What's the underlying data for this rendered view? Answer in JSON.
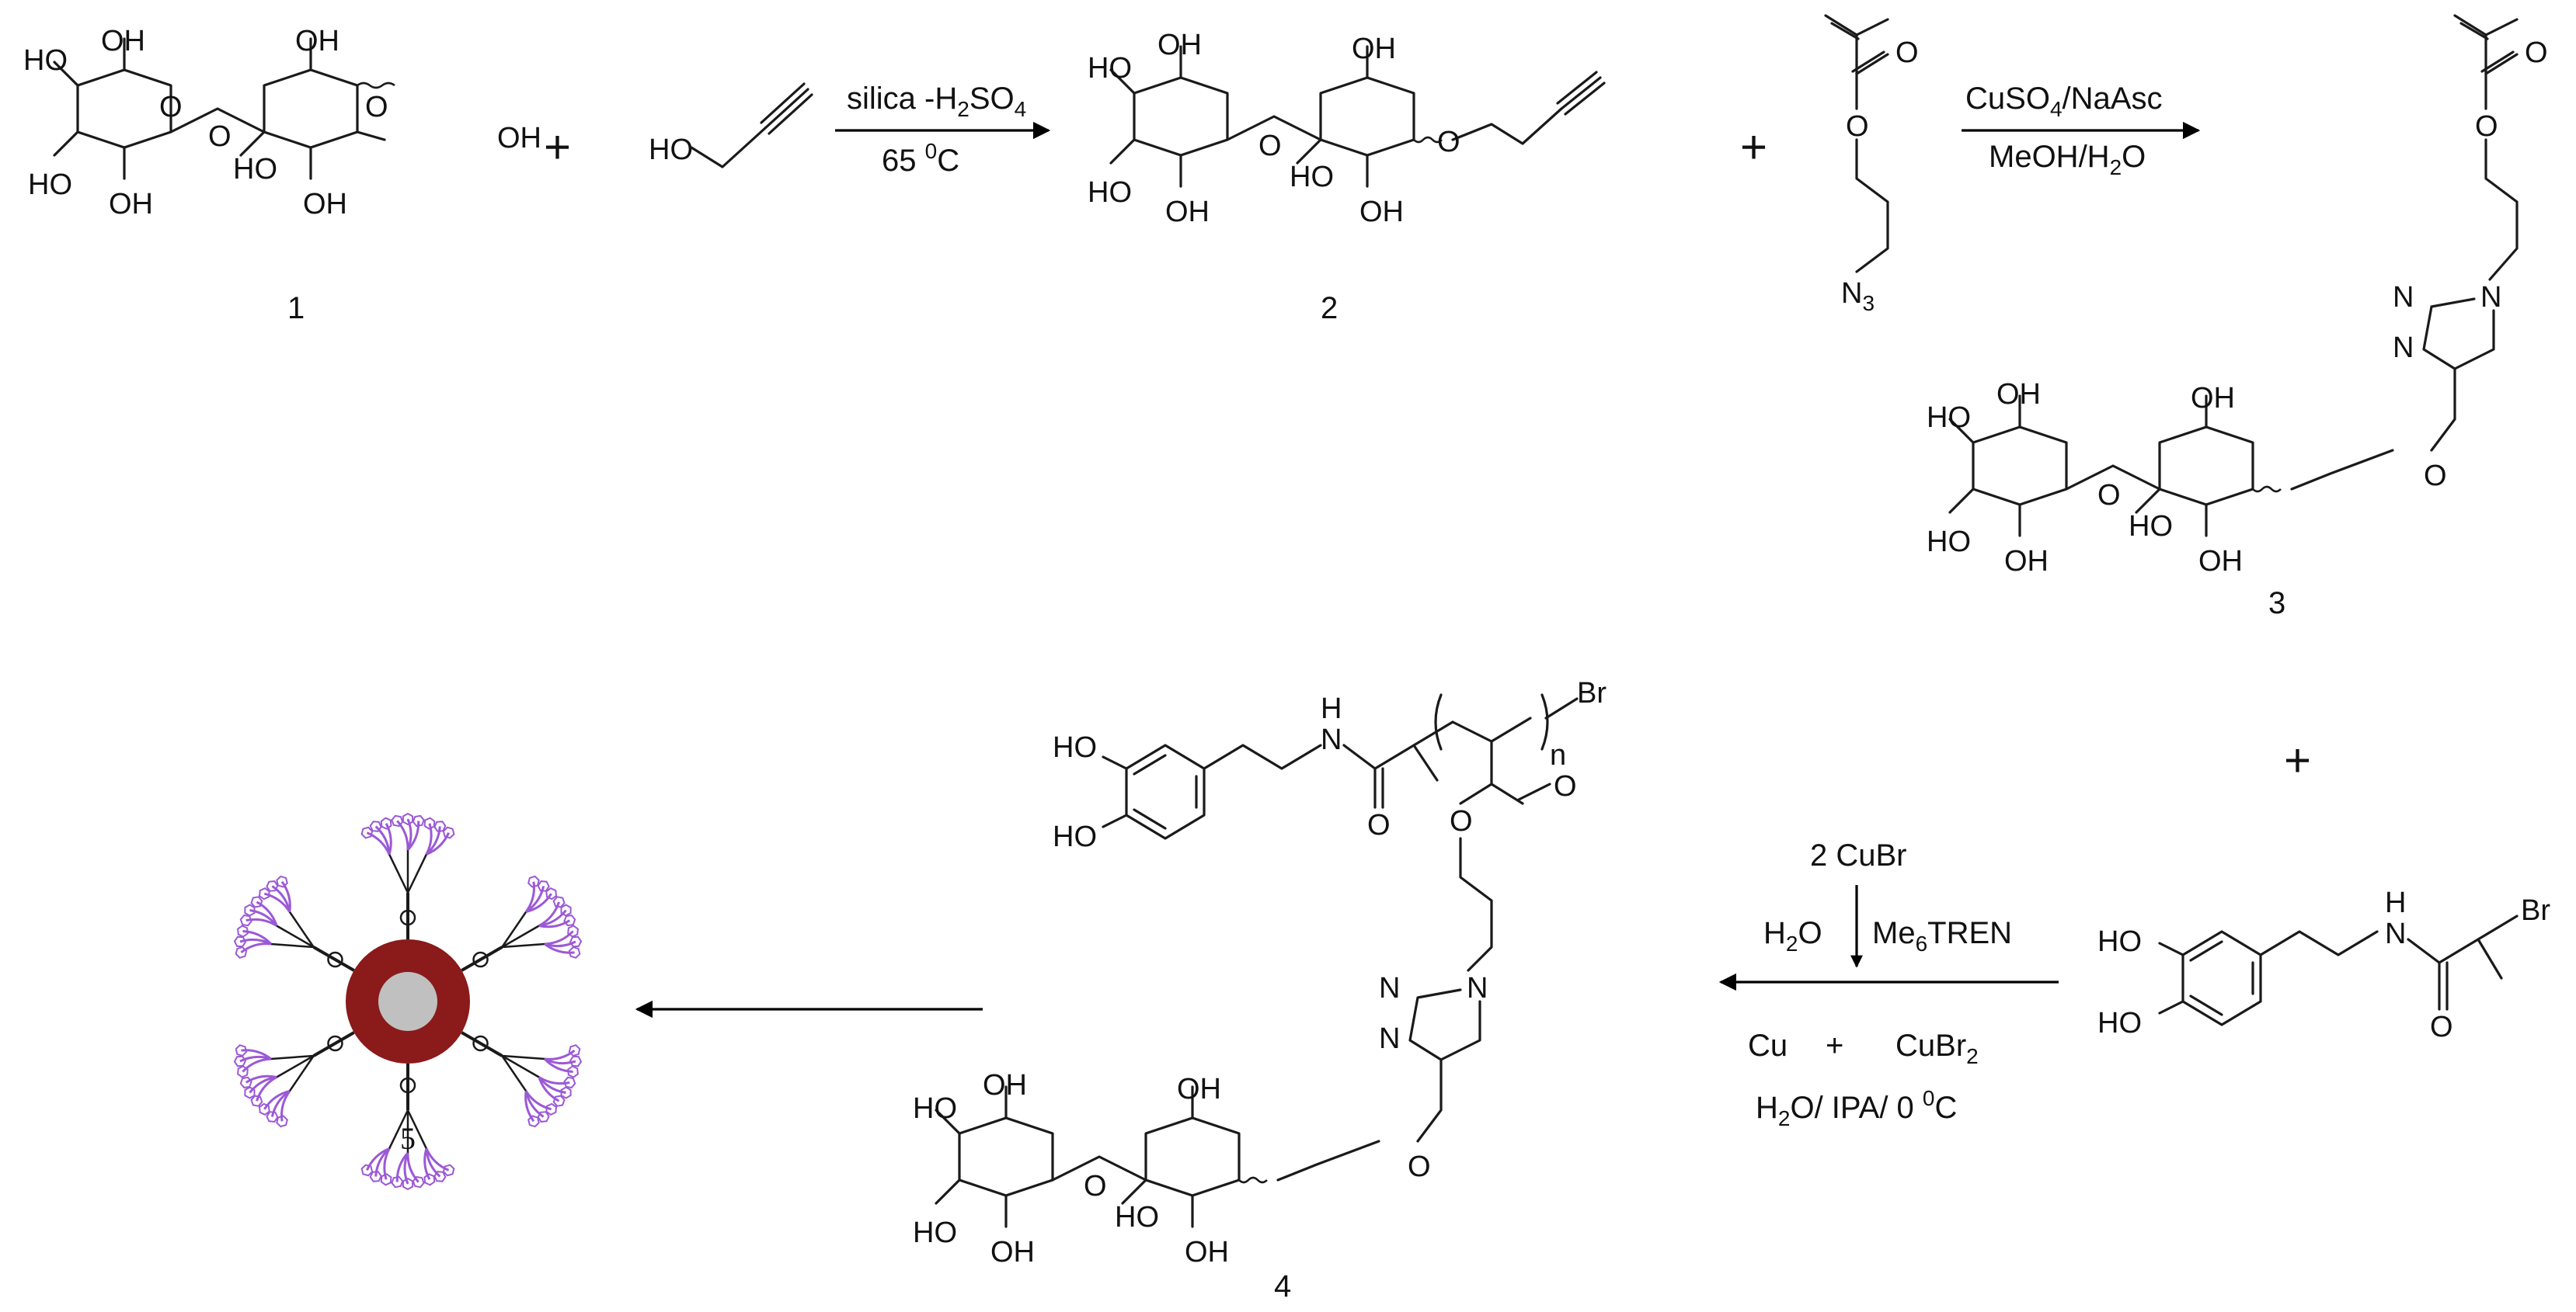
{
  "compounds": {
    "c1": "1",
    "c2": "2",
    "c3": "3",
    "c4": "4",
    "c5": "5"
  },
  "plus_sign": "+",
  "groups": {
    "OH": "OH",
    "HO": "HO",
    "O": "O",
    "N": "N",
    "H": "H",
    "N3": "N",
    "N3_sub": "3",
    "Br": "Br",
    "n": "n"
  },
  "step1": {
    "above": "silica -H",
    "above_sub1": "2",
    "above_mid": "SO",
    "above_sub2": "4",
    "below": "65 ",
    "below_sup": "0",
    "below_unit": "C"
  },
  "step2": {
    "above": "CuSO",
    "above_sub": "4",
    "above_end": "/NaAsc",
    "below": "MeOH/H",
    "below_sub": "2",
    "below_end": "O"
  },
  "step3": {
    "top": "2 CuBr",
    "left": "H",
    "left_sub": "2",
    "left_end": "O",
    "right": "Me",
    "right_sub": "6",
    "right_end": "TREN",
    "bottom1_a": "Cu",
    "bottom1_plus": "+",
    "bottom1_b": "CuBr",
    "bottom1_b_sub": "2",
    "bottom2": "H",
    "bottom2_sub": "2",
    "bottom2_mid": "O/ IPA/ 0 ",
    "bottom2_sup": "0",
    "bottom2_end": "C"
  },
  "colors": {
    "shell": "#8b1a1a",
    "core": "#c0c0c0",
    "brush": "#9b59d6",
    "ink": "#1a1a1a"
  }
}
